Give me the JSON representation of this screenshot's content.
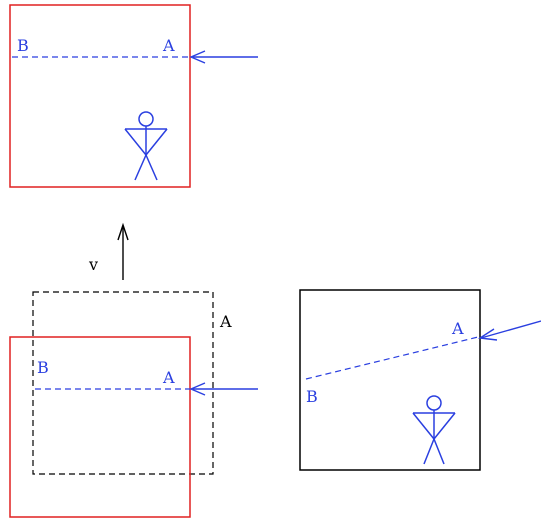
{
  "colors": {
    "frame_red": "#e02020",
    "frame_black": "#000000",
    "light_blue": "#2a3fe0",
    "label_black": "#000000"
  },
  "top_panel": {
    "label_b": "B",
    "label_a": "A"
  },
  "velocity": {
    "label": "v"
  },
  "bottom_left_panel": {
    "label_b": "B",
    "label_a": "A",
    "moved_box_label": "A"
  },
  "right_panel": {
    "label_b": "B",
    "label_a": "A"
  }
}
